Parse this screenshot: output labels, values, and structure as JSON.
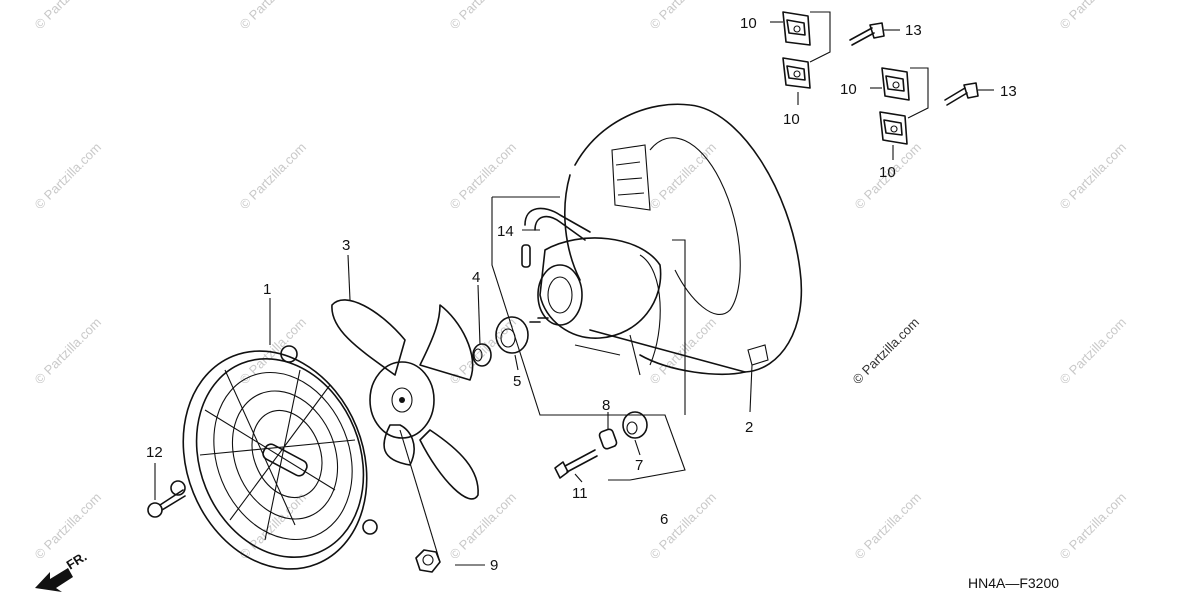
{
  "diagram_code": "HN4A—F3200",
  "front_label": "FR.",
  "watermark": "© Partzilla.com",
  "callouts": [
    "1",
    "2",
    "3",
    "4",
    "5",
    "6",
    "7",
    "8",
    "9",
    "10",
    "11",
    "12",
    "13",
    "14"
  ],
  "extra_callouts": {
    "10b": "10",
    "10c": "10",
    "10d": "10",
    "13b": "13"
  }
}
